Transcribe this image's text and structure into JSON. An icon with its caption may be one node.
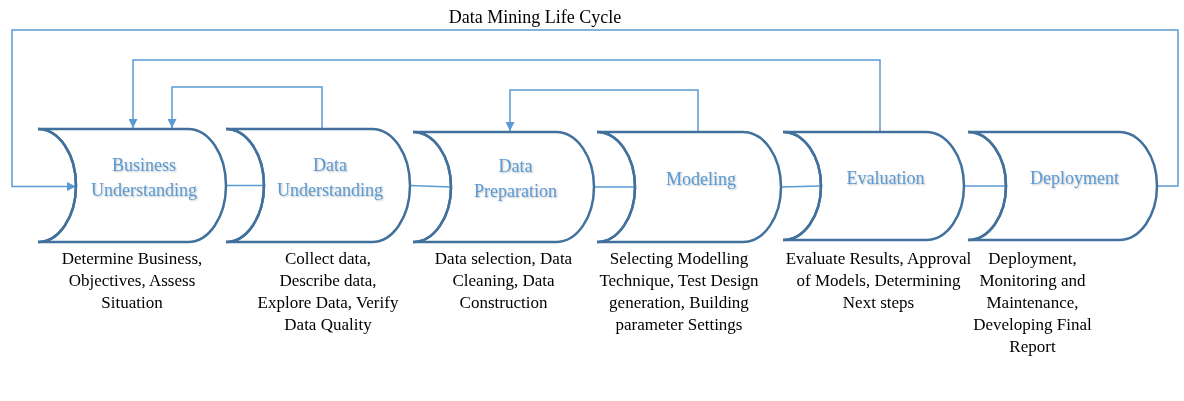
{
  "diagram": {
    "title": "Data Mining Life Cycle",
    "nodes": [
      {
        "text": [
          "Business Understanding"
        ],
        "beside": [
          "Determine Business, Objectives, Assess Situation"
        ]
      },
      {
        "text": [
          "Data Understanding"
        ],
        "beside": [
          "Collect data, Describe data, Explore Data, Verify Data Quality"
        ]
      },
      {
        "text": [
          "Data Preparation"
        ],
        "beside": [
          "Data selection, Data Cleaning, Data Construction"
        ]
      },
      {
        "text": [
          "Modeling"
        ],
        "beside": [
          "Selecting Modelling Technique, Test Design generation, Building parameter Settings"
        ]
      },
      {
        "text": [
          "Evaluation"
        ],
        "beside": [
          "Evaluate Results, Approval of Models, Determining Next steps"
        ]
      },
      {
        "text": [
          "Deployment"
        ],
        "beside": [
          "Deployment, Monitoring and Maintenance, Developing Final Report"
        ]
      }
    ],
    "edges": [
      {
        "from": 0,
        "to": 1,
        "arrow": "none"
      },
      {
        "from": 1,
        "to": 2,
        "arrow": "none"
      },
      {
        "from": 2,
        "to": 3,
        "arrow": "none"
      },
      {
        "from": 3,
        "to": 4,
        "arrow": "none"
      },
      {
        "from": 4,
        "to": 5,
        "arrow": "none"
      },
      {
        "from": 1,
        "to": 0,
        "arrow": "to"
      },
      {
        "from": 3,
        "to": 2,
        "arrow": "to"
      },
      {
        "from": 4,
        "to": 0,
        "arrow": "to"
      },
      {
        "from": 5,
        "to": 0,
        "arrow": "to"
      }
    ]
  }
}
